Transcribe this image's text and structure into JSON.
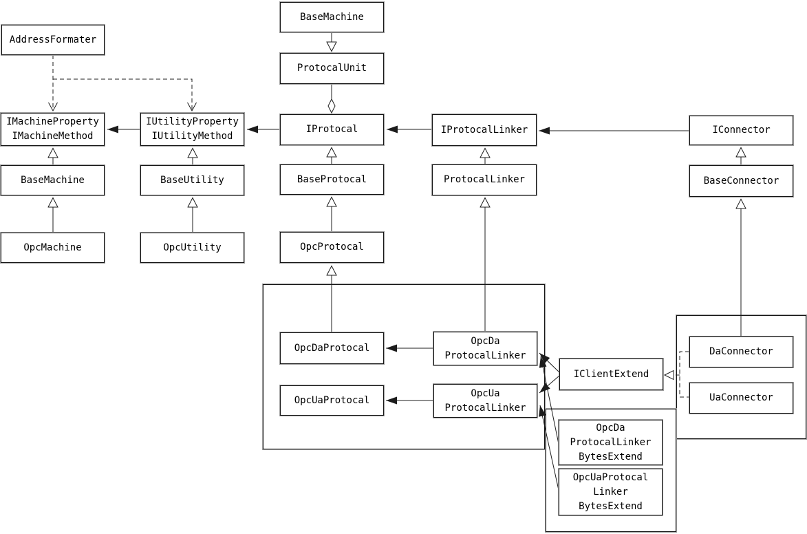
{
  "diagram_type": "uml-class-diagram",
  "colors": {
    "background": "#ffffff",
    "line": "#1c1c1c",
    "box_border": "#141414",
    "box_shadow": "#9c9c9c",
    "box_fill": "#ffffff",
    "text": "#000000"
  },
  "boxes": {
    "address_formater": {
      "lines": [
        "AddressFormater"
      ]
    },
    "base_machine_top": {
      "lines": [
        "BaseMachine"
      ]
    },
    "protocal_unit": {
      "lines": [
        "ProtocalUnit"
      ]
    },
    "i_machine": {
      "lines": [
        "IMachineProperty",
        "IMachineMethod"
      ]
    },
    "i_utility": {
      "lines": [
        "IUtilityProperty",
        "IUtilityMethod"
      ]
    },
    "i_protocal": {
      "lines": [
        "IProtocal"
      ]
    },
    "i_protocal_linker": {
      "lines": [
        "IProtocalLinker"
      ]
    },
    "i_connector": {
      "lines": [
        "IConnector"
      ]
    },
    "base_machine": {
      "lines": [
        "BaseMachine"
      ]
    },
    "base_utility": {
      "lines": [
        "BaseUtility"
      ]
    },
    "base_protocal": {
      "lines": [
        "BaseProtocal"
      ]
    },
    "protocal_linker": {
      "lines": [
        "ProtocalLinker"
      ]
    },
    "base_connector": {
      "lines": [
        "BaseConnector"
      ]
    },
    "opc_machine": {
      "lines": [
        "OpcMachine"
      ]
    },
    "opc_utility": {
      "lines": [
        "OpcUtility"
      ]
    },
    "opc_protocal": {
      "lines": [
        "OpcProtocal"
      ]
    },
    "opc_da_protocal": {
      "lines": [
        "OpcDaProtocal"
      ]
    },
    "opc_ua_protocal": {
      "lines": [
        "OpcUaProtocal"
      ]
    },
    "opc_da_protocal_linker": {
      "lines": [
        "OpcDa",
        "ProtocalLinker"
      ]
    },
    "opc_ua_protocal_linker": {
      "lines": [
        "OpcUa",
        "ProtocalLinker"
      ]
    },
    "i_client_extend": {
      "lines": [
        "IClientExtend"
      ]
    },
    "da_connector": {
      "lines": [
        "DaConnector"
      ]
    },
    "ua_connector": {
      "lines": [
        "UaConnector"
      ]
    },
    "opc_da_protocal_linker_bytes_extend": {
      "lines": [
        "OpcDa",
        "ProtocalLinker",
        "BytesExtend"
      ]
    },
    "opc_ua_protocal_linker_bytes_extend": {
      "lines": [
        "OpcUaProtocal",
        "Linker",
        "BytesExtend"
      ]
    }
  },
  "relationships": [
    {
      "from": "AddressFormater",
      "to": "IMachineProperty/IMachineMethod",
      "type": "dependency-dashed-open-arrow"
    },
    {
      "from": "AddressFormater",
      "to": "IUtilityProperty/IUtilityMethod",
      "type": "dependency-dashed-open-arrow"
    },
    {
      "from": "IUtilityProperty/IUtilityMethod",
      "to": "IMachineProperty/IMachineMethod",
      "type": "association-filled-arrow"
    },
    {
      "from": "IProtocal",
      "to": "IUtilityProperty/IUtilityMethod",
      "type": "association-filled-arrow"
    },
    {
      "from": "IProtocalLinker",
      "to": "IProtocal",
      "type": "association-filled-arrow"
    },
    {
      "from": "IConnector",
      "to": "IProtocalLinker",
      "type": "association-filled-arrow"
    },
    {
      "from": "BaseMachine(top)",
      "to": "ProtocalUnit",
      "type": "generalization-hollow-arrow-down"
    },
    {
      "from": "ProtocalUnit",
      "to": "IProtocal",
      "type": "aggregation-hollow-diamond"
    },
    {
      "from": "BaseMachine",
      "to": "IMachineProperty/IMachineMethod",
      "type": "generalization"
    },
    {
      "from": "OpcMachine",
      "to": "BaseMachine",
      "type": "generalization"
    },
    {
      "from": "BaseUtility",
      "to": "IUtilityProperty/IUtilityMethod",
      "type": "generalization"
    },
    {
      "from": "OpcUtility",
      "to": "BaseUtility",
      "type": "generalization"
    },
    {
      "from": "BaseProtocal",
      "to": "IProtocal",
      "type": "generalization"
    },
    {
      "from": "OpcProtocal",
      "to": "BaseProtocal",
      "type": "generalization"
    },
    {
      "from": "OpcDaProtocal",
      "to": "OpcProtocal",
      "type": "generalization"
    },
    {
      "from": "ProtocalLinker",
      "to": "IProtocalLinker",
      "type": "generalization"
    },
    {
      "from": "OpcDa ProtocalLinker",
      "to": "ProtocalLinker",
      "type": "generalization"
    },
    {
      "from": "BaseConnector",
      "to": "IConnector",
      "type": "generalization"
    },
    {
      "from": "DaConnector",
      "to": "BaseConnector",
      "type": "generalization"
    },
    {
      "from": "OpcDa ProtocalLinker",
      "to": "OpcDaProtocal",
      "type": "association-filled-arrow"
    },
    {
      "from": "OpcUa ProtocalLinker",
      "to": "OpcUaProtocal",
      "type": "association-filled-arrow"
    },
    {
      "from": "IClientExtend",
      "to": "OpcDa ProtocalLinker",
      "type": "association-filled-arrow"
    },
    {
      "from": "IClientExtend",
      "to": "OpcUa ProtocalLinker",
      "type": "association-filled-arrow"
    },
    {
      "from": "OpcDa ProtocalLinker BytesExtend",
      "to": "OpcDa ProtocalLinker",
      "type": "association-filled-arrow"
    },
    {
      "from": "OpcUaProtocal Linker BytesExtend",
      "to": "OpcUa ProtocalLinker",
      "type": "association-filled-arrow"
    },
    {
      "from": "DaConnector",
      "to": "IClientExtend",
      "type": "realization-dashed-hollow-arrow"
    },
    {
      "from": "UaConnector",
      "to": "IClientExtend",
      "type": "realization-dashed-hollow-arrow"
    }
  ]
}
